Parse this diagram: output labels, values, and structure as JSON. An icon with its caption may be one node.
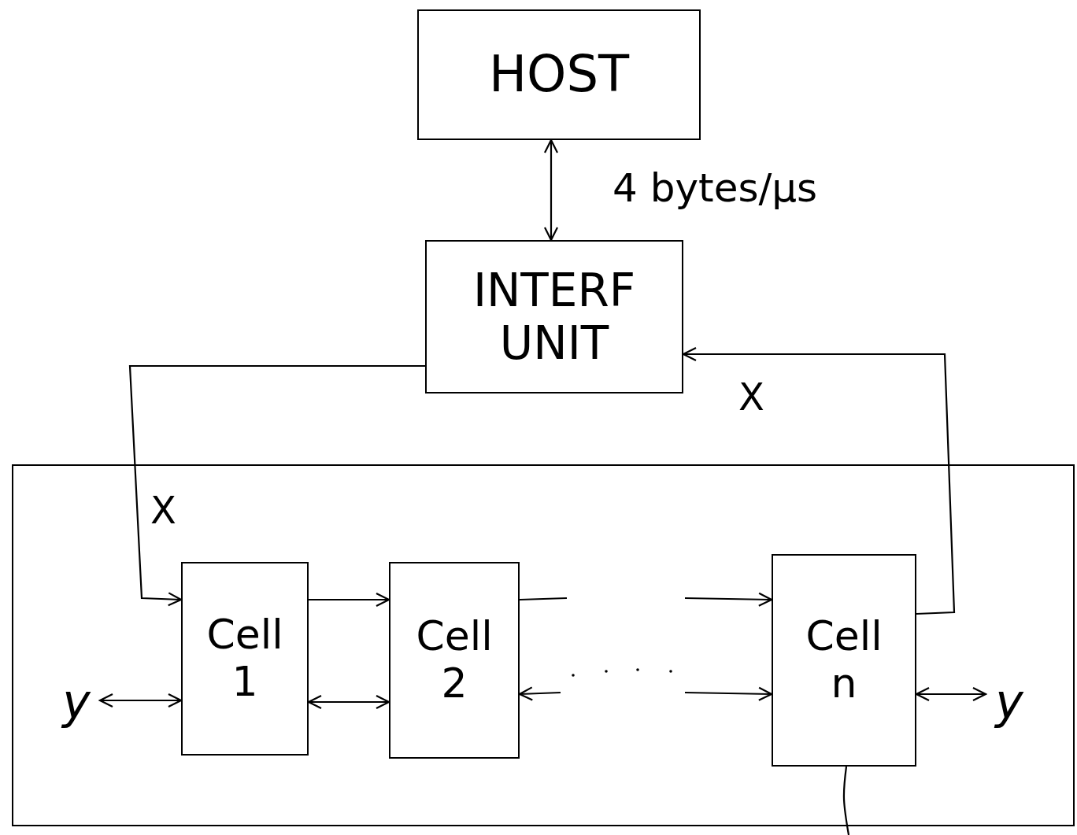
{
  "diagram": {
    "nodes": [
      {
        "text": [
          "HOST"
        ]
      },
      {
        "text": [
          "INTERF UNIT"
        ]
      },
      {
        "text": [],
        "shape": "box"
      },
      {
        "text": [
          "Cell 1"
        ],
        "in": 2
      },
      {
        "text": [
          "Cell 2"
        ],
        "in": 2
      },
      {
        "text": [
          "Cell n"
        ],
        "in": 2
      },
      {
        "text": [
          "y"
        ],
        "in": 2
      },
      {
        "text": [
          "y"
        ],
        "in": 2
      }
    ],
    "edges": [
      {
        "from": 0,
        "to": 1,
        "arrow": "both",
        "label": "4 bytes/μs"
      },
      {
        "from": 1,
        "to": 3,
        "arrow": "to",
        "label": "X"
      },
      {
        "from": 5,
        "to": 1,
        "arrow": "to",
        "label": "X"
      },
      {
        "from": 3,
        "to": 4,
        "arrow": "to"
      },
      {
        "from": 3,
        "to": 4,
        "arrow": "both"
      },
      {
        "from": 4,
        "to": null,
        "arrow": "none"
      },
      {
        "from": null,
        "to": 5,
        "arrow": "to"
      },
      {
        "from": null,
        "to": 4,
        "arrow": "to"
      },
      {
        "from": null,
        "to": 5,
        "arrow": "to"
      },
      {
        "from": 6,
        "to": 3,
        "arrow": "both"
      },
      {
        "from": 5,
        "to": 7,
        "arrow": "both"
      },
      {
        "from": 5,
        "to": null,
        "arrow": "none"
      }
    ]
  }
}
